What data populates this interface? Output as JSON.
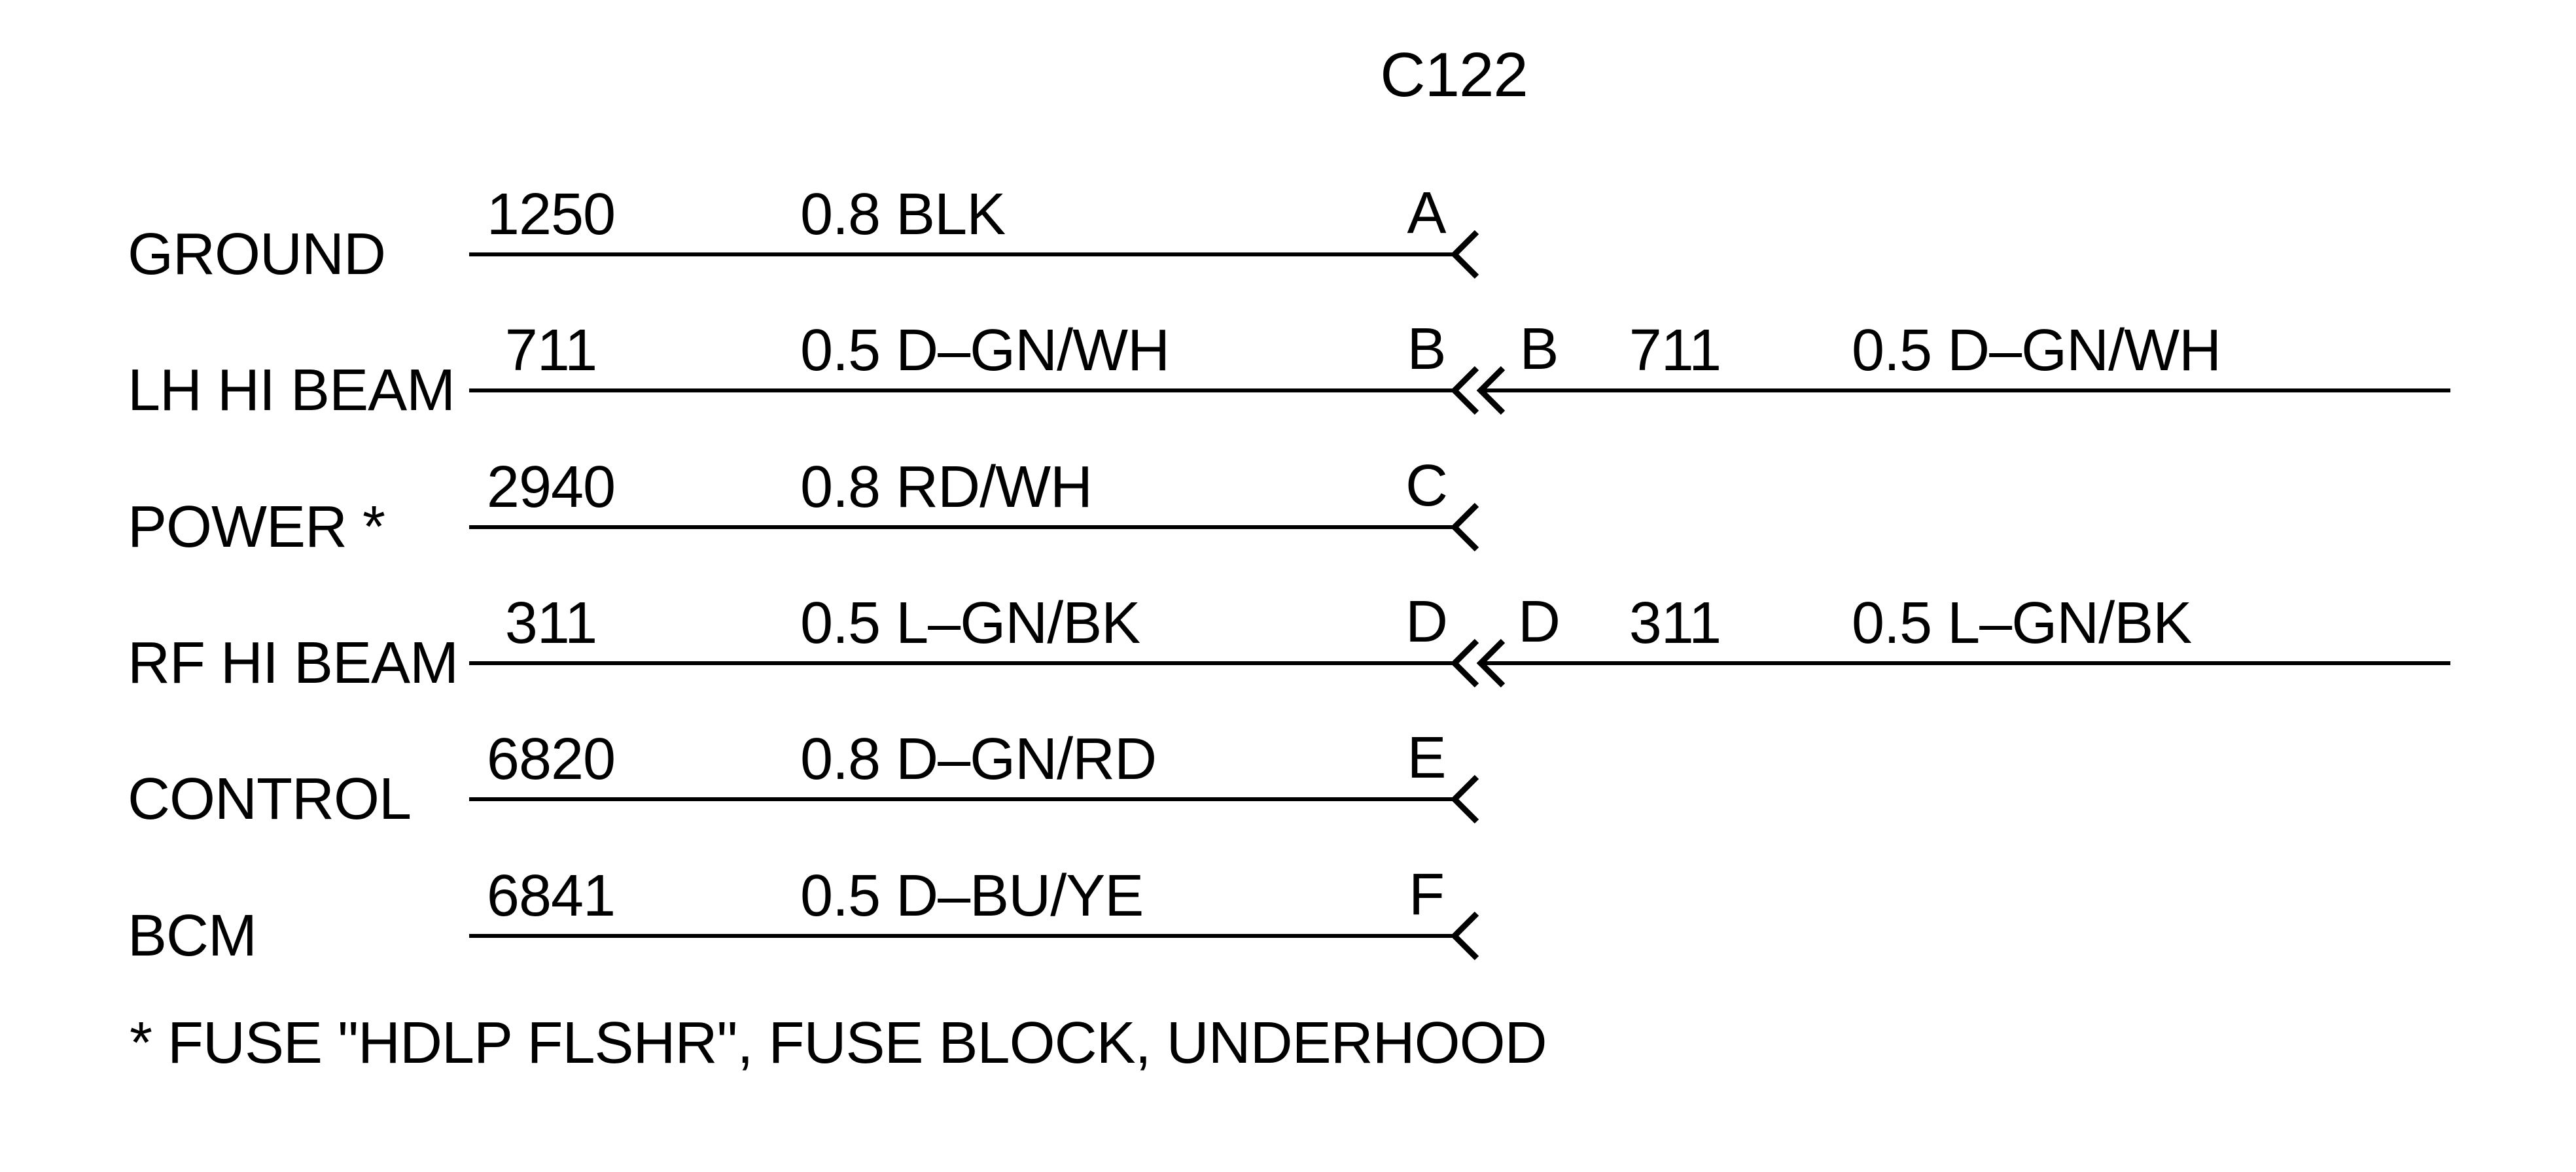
{
  "title": "C122",
  "footnote": "* FUSE \"HDLP FLSHR\", FUSE BLOCK, UNDERHOOD",
  "colors": {
    "ink": "#000000",
    "background": "#ffffff"
  },
  "connector": {
    "name": "C122",
    "pin_count_shown": 6
  },
  "rows": [
    {
      "label": "GROUND",
      "pin": "A",
      "circuit": "1250",
      "color": "0.8 BLK",
      "right": null
    },
    {
      "label": "LH HI BEAM",
      "pin": "B",
      "circuit": "711",
      "color": "0.5 D–GN/WH",
      "right": {
        "pin": "B",
        "circuit": "711",
        "color": "0.5 D–GN/WH"
      }
    },
    {
      "label": "POWER *",
      "pin": "C",
      "circuit": "2940",
      "color": "0.8 RD/WH",
      "right": null
    },
    {
      "label": "RF HI BEAM",
      "pin": "D",
      "circuit": "311",
      "color": "0.5 L–GN/BK",
      "right": {
        "pin": "D",
        "circuit": "311",
        "color": "0.5 L–GN/BK"
      }
    },
    {
      "label": "CONTROL",
      "pin": "E",
      "circuit": "6820",
      "color": "0.8 D–GN/RD",
      "right": null
    },
    {
      "label": "BCM",
      "pin": "F",
      "circuit": "6841",
      "color": "0.5 D–BU/YE",
      "right": null
    }
  ]
}
